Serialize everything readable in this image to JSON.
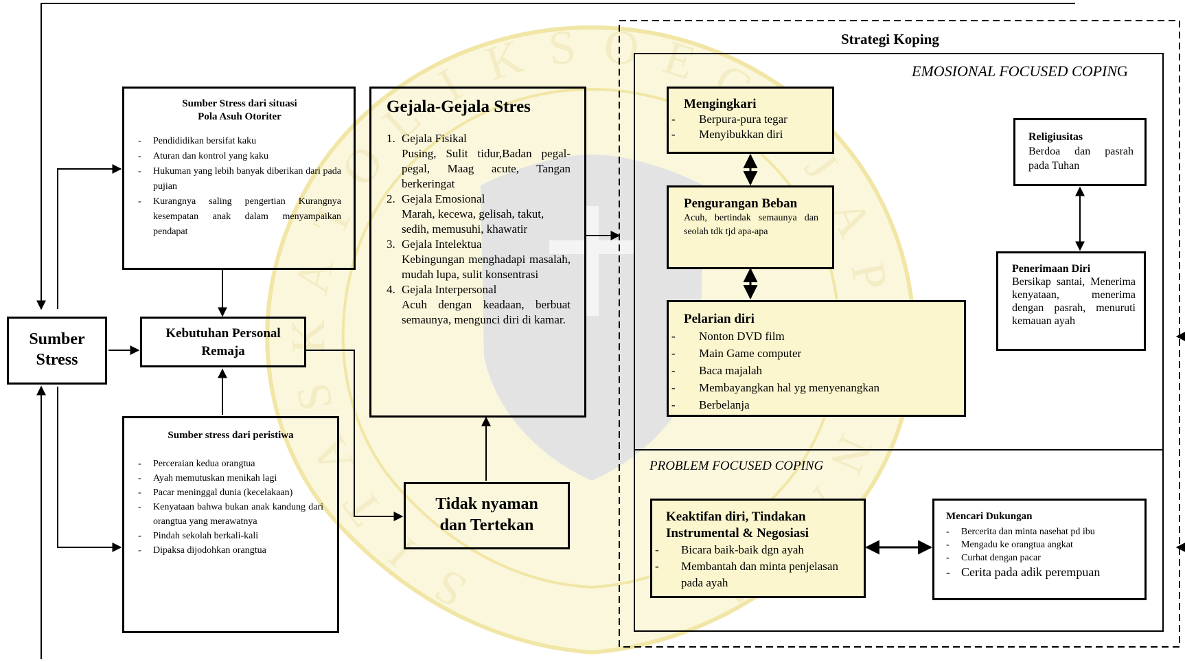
{
  "sumber_stress": "Sumber Stress",
  "otoriter": {
    "title_line1": "Sumber Stress dari situasi",
    "title_line2": "Pola Asuh Otoriter",
    "items": [
      "Pendididikan bersifat kaku",
      "Aturan dan kontrol yang kaku",
      "Hukuman yang lebih banyak diberikan dari pada pujian",
      "Kurangnya saling pengertian Kurangnya kesempatan anak dalam menyampaikan pendapat"
    ]
  },
  "kebutuhan": {
    "line1": "Kebutuhan Personal",
    "line2": "Remaja"
  },
  "peristiwa": {
    "title": "Sumber stress dari peristiwa",
    "items": [
      "Perceraian kedua orangtua",
      "Ayah memutuskan menikah lagi",
      "Pacar meninggal dunia (kecelakaan)",
      "Kenyataan bahwa bukan anak kandung dari orangtua yang merawatnya",
      "Pindah sekolah berkali-kali",
      "Dipaksa dijodohkan orangtua"
    ]
  },
  "gejala": {
    "title": "Gejala-Gejala Stres",
    "items": [
      {
        "num": "1.",
        "head": "Gejala Fisikal",
        "text": "Pusing, Sulit tidur,Badan pegal-pegal, Maag acute, Tangan berkeringat"
      },
      {
        "num": "2.",
        "head": "Gejala Emosional",
        "text": "Marah, kecewa, gelisah, takut, sedih, memusuhi, khawatir"
      },
      {
        "num": "3.",
        "head": "Gejala Intelektua",
        "text": "Kebingungan menghadapi masalah, mudah lupa, sulit konsentrasi"
      },
      {
        "num": "4.",
        "head": "Gejala Interpersonal",
        "text": "Acuh dengan keadaan, berbuat semaunya, mengunci diri di kamar."
      }
    ]
  },
  "tidak_nyaman": {
    "line1": "Tidak nyaman",
    "line2": "dan Tertekan"
  },
  "strategi": {
    "title": "Strategi Koping",
    "emosional_label_italic": "EMOSIONAL FOCUSED COPIN",
    "emosional_label_end": "G",
    "problem_label": "PROBLEM FOCUSED COPING"
  },
  "mengingkari": {
    "title": "Mengingkari",
    "items": [
      "Berpura-pura tegar",
      "Menyibukkan diri"
    ]
  },
  "pengurangan": {
    "title": "Pengurangan Beban",
    "text": "Acuh, bertindak semaunya dan seolah tdk tjd apa-apa"
  },
  "pelarian": {
    "title": "Pelarian diri",
    "items": [
      "Nonton DVD film",
      "Main Game computer",
      "Baca majalah",
      "Membayangkan hal yg menyenangkan",
      "Berbelanja"
    ]
  },
  "religiusitas": {
    "title": "Religiusitas",
    "text": "Berdoa dan pasrah pada Tuhan"
  },
  "penerimaan": {
    "title": "Penerimaan Diri",
    "text": "Bersikap santai, Menerima kenyataan, menerima dengan pasrah, menuruti kemauan ayah"
  },
  "keaktifan": {
    "title_line1": "Keaktifan diri, Tindakan",
    "title_line2": "Instrumental & Negosiasi",
    "items": [
      "Bicara baik-baik dgn ayah",
      "Membantah dan minta penjelasan pada ayah"
    ]
  },
  "dukungan": {
    "title": "Mencari Dukungan",
    "items": [
      "Bercerita dan minta nasehat pd ibu",
      "Mengadu ke orangtua angkat",
      "Curhat dengan pacar",
      "Cerita pada adik perempuan"
    ]
  },
  "watermark_letters": [
    "S",
    "I",
    "T",
    "A",
    "S",
    "K",
    "A",
    "T",
    "O",
    "L",
    "I",
    "K",
    "S",
    "O",
    "E",
    "G",
    "I",
    "J",
    "A",
    "P",
    "R",
    "A",
    "N",
    "A",
    "T",
    "A"
  ],
  "colors": {
    "watermark_fill": "#f6efb6",
    "watermark_shape": "#dcdcdc",
    "highlight": "#fcf6cf"
  }
}
